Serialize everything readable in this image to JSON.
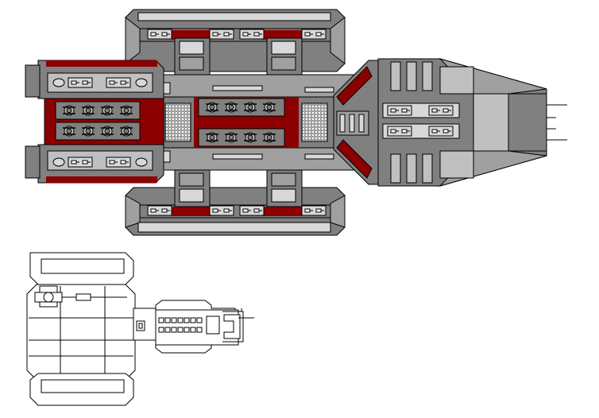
{
  "scene": {
    "description_items": [
      {
        "name": "ship-top-view",
        "kind": "plan"
      },
      {
        "name": "ship-side-view",
        "kind": "elevation"
      }
    ]
  },
  "palette": {
    "background": "#ffffff",
    "hull_dark": "#808080",
    "hull_mid": "#a0a0a0",
    "hull_light": "#c0c0c0",
    "panel_light": "#d8d8d8",
    "accent_red": "#8b0000",
    "outline": "#000000",
    "white": "#ffffff"
  },
  "icons": {
    "turret": "turret-icon",
    "vent": "vent-icon",
    "antenna": "antenna-icon"
  }
}
